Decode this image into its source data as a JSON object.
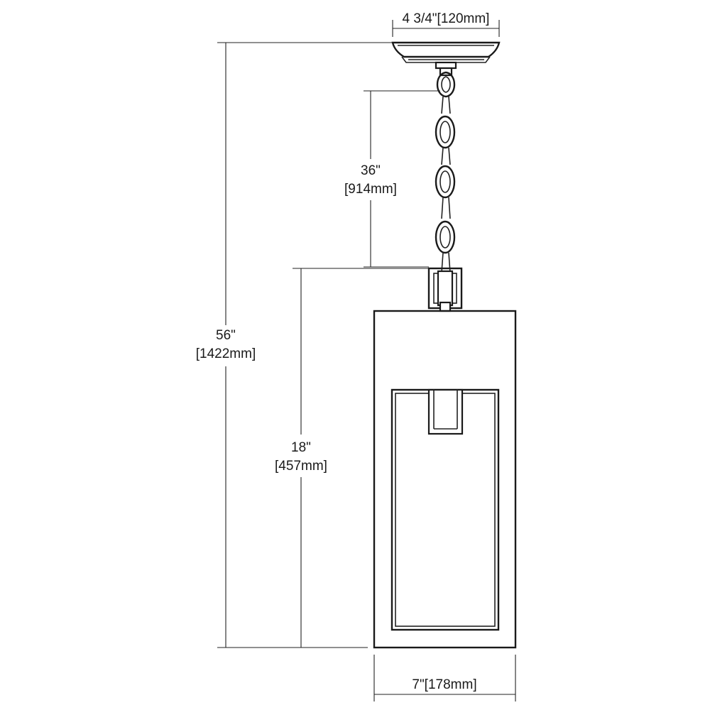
{
  "dimensions": {
    "canopy_width": "4 3/4\"[120mm]",
    "chain_length": {
      "inches": "36\"",
      "mm": "[914mm]"
    },
    "overall_height": {
      "inches": "56\"",
      "mm": "[1422mm]"
    },
    "body_height": {
      "inches": "18\"",
      "mm": "[457mm]"
    },
    "body_width": "7\"[178mm]"
  }
}
